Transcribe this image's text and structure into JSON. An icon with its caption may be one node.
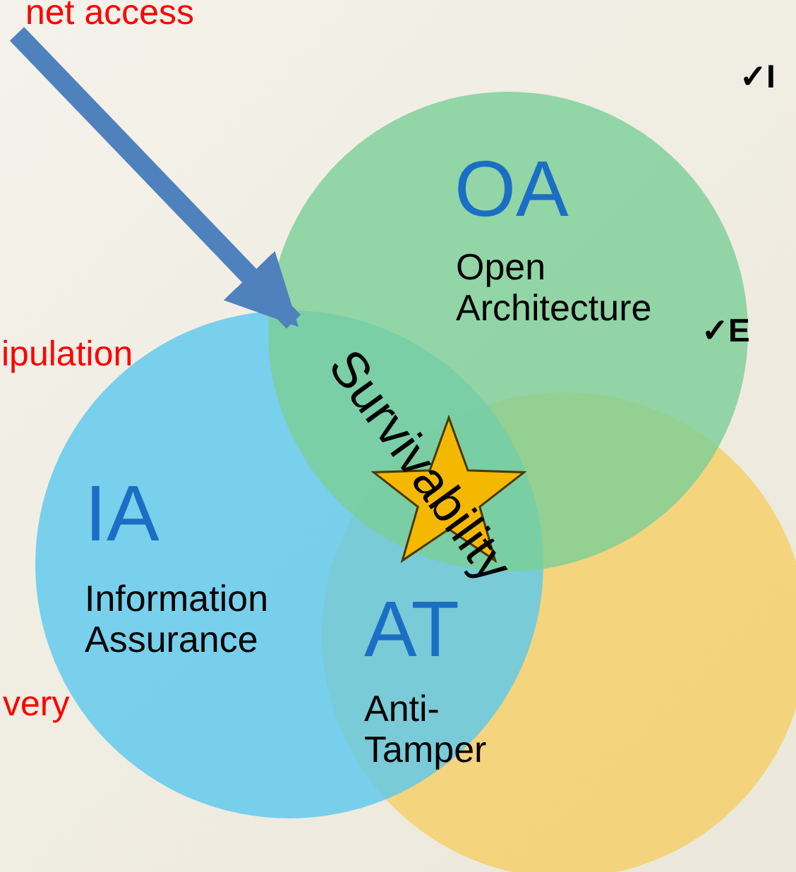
{
  "diagram": {
    "nodes": [
      {
        "text": [
          "OA",
          "Open Architecture"
        ]
      },
      {
        "text": [
          "IA",
          "Information Assurance"
        ]
      },
      {
        "text": [
          "AT",
          "Anti- Tamper"
        ]
      },
      {
        "text": [
          "Survivability"
        ]
      },
      {
        "text": [],
        "shape": "star"
      }
    ],
    "edges": [
      {
        "from": null,
        "to": 3,
        "arrow": "to"
      }
    ],
    "labels": [
      "net access",
      "✓I",
      "ipulation",
      "✓E",
      "very"
    ]
  }
}
